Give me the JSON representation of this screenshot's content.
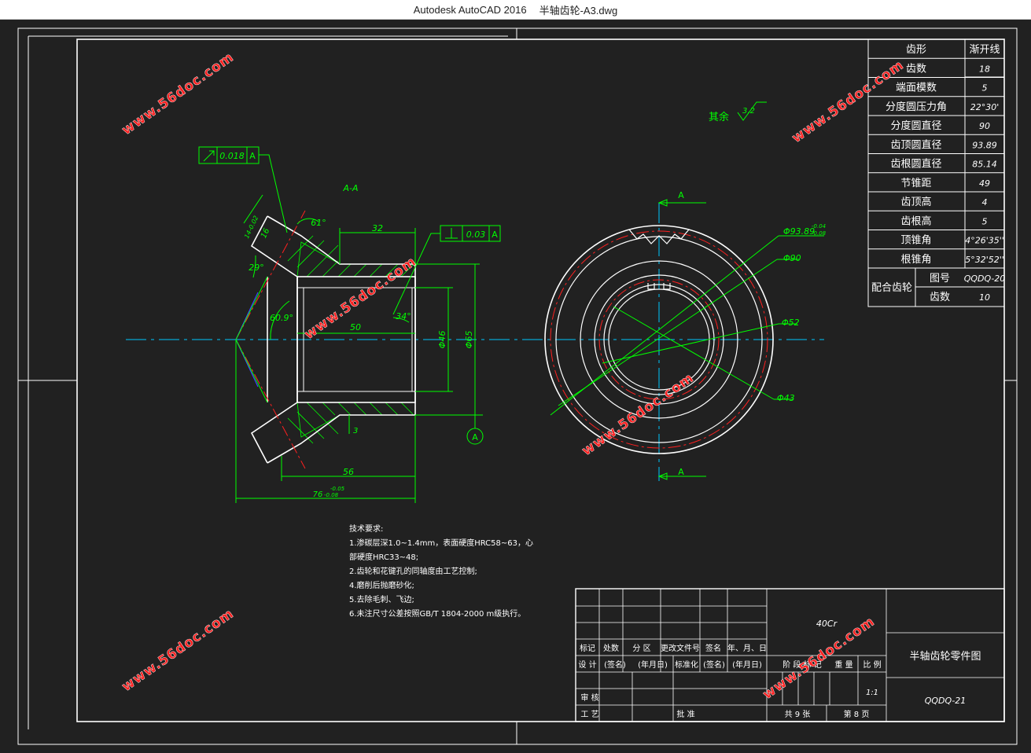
{
  "window": {
    "app": "Autodesk AutoCAD 2016",
    "file": "半轴齿轮-A3.dwg"
  },
  "colors": {
    "background": "#212121",
    "outline": "#ffffff",
    "dimension": "#00ff00",
    "center": "#00c8ff",
    "pitch": "#ff2020",
    "watermark": "#ff2020"
  },
  "watermark": "www.56doc.com",
  "gear_table": [
    {
      "label": "齿形",
      "value": "渐开线"
    },
    {
      "label": "齿数",
      "value": "18"
    },
    {
      "label": "端面模数",
      "value": "5"
    },
    {
      "label": "分度圆压力角",
      "value": "22°30'"
    },
    {
      "label": "分度圆直径",
      "value": "90"
    },
    {
      "label": "齿顶圆直径",
      "value": "93.89"
    },
    {
      "label": "齿根圆直径",
      "value": "85.14"
    },
    {
      "label": "节锥距",
      "value": "49"
    },
    {
      "label": "齿顶高",
      "value": "4"
    },
    {
      "label": "齿根高",
      "value": "5"
    },
    {
      "label": "顶锥角",
      "value": "4°26'35''"
    },
    {
      "label": "根锥角",
      "value": "5°32'52''"
    }
  ],
  "mating": {
    "label": "配合齿轮",
    "drawing_no_label": "图号",
    "drawing_no": "QQDQ-20",
    "teeth_label": "齿数",
    "teeth": "10"
  },
  "section_view": {
    "title": "A-A",
    "runout": {
      "value": "0.018",
      "datum": "A"
    },
    "perp": {
      "value": "0.03",
      "datum": "A"
    },
    "datum_label": "A",
    "dims": {
      "d32": "32",
      "d50": "50",
      "d56": "56",
      "d76": "76",
      "d76_tol_upper": "-0.05",
      "d76_tol_lower": "-0.08",
      "d3": "3",
      "dia46": "Φ46",
      "dia65": "Φ65",
      "ang61": "61°",
      "ang29": "29°",
      "ang60": "60.9°",
      "ang34": "34°",
      "d16": "16",
      "d14": "14-0.02"
    }
  },
  "end_view": {
    "section_mark": "A",
    "dims": {
      "d1": "Φ93.89",
      "d1_tol_upper": "-0.04",
      "d1_tol_lower": "-0.08",
      "d2": "Φ90",
      "d3": "Φ52",
      "d4": "Φ43"
    }
  },
  "roughness": {
    "label": "其余",
    "value": "3.2"
  },
  "tech": {
    "title": "技术要求:",
    "lines": [
      "1.渗碳层深1.0~1.4mm，表面硬度HRC58~63，心",
      "部硬度HRC33~48;",
      "2.齿轮和花键孔的同轴度由工艺控制;",
      "4.磨削后抛磨砂化;",
      "5.去除毛刺、飞边;",
      "6.未注尺寸公差按照GB/T 1804-2000 m级执行。"
    ]
  },
  "title_block": {
    "material": "40Cr",
    "part_name": "半轴齿轮零件图",
    "drawing_no": "QQDQ-21",
    "scale": "1:1",
    "headers": [
      "标记",
      "处数",
      "分 区",
      "更改文件号",
      "签名",
      "年、月、日"
    ],
    "row_design": [
      "设 计",
      "(签名)",
      "(年月日)",
      "标准化",
      "(签名)",
      "(年月日)"
    ],
    "stage_headers": [
      "阶 段 标 记",
      "重 量",
      "比 例"
    ],
    "review": "审 核",
    "process": "工 艺",
    "approve": "批 准",
    "sheets": "共 9 张",
    "sheet_no": "第 8 页"
  }
}
